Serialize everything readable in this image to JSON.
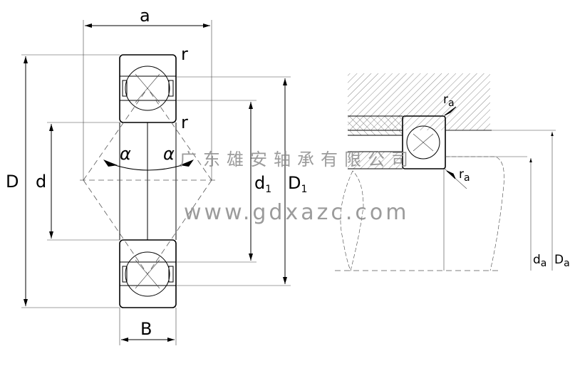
{
  "diagram": {
    "title": "Angular contact ball bearing dimensions",
    "labels": {
      "a": "a",
      "r_top": "r",
      "r_mid": "r",
      "alpha_left": "α",
      "alpha_right": "α",
      "D": "D",
      "d": "d",
      "d1": {
        "main": "d",
        "sub": "1"
      },
      "D1": {
        "main": "D",
        "sub": "1"
      },
      "B": "B",
      "ra_top": {
        "main": "r",
        "sub": "a"
      },
      "ra_bottom": {
        "main": "r",
        "sub": "a"
      },
      "da": {
        "main": "d",
        "sub": "a"
      },
      "Da": {
        "main": "D",
        "sub": "a"
      }
    },
    "watermark": {
      "company": "广东雄安轴承有限公司",
      "website": "www.gdxazc.com"
    }
  }
}
